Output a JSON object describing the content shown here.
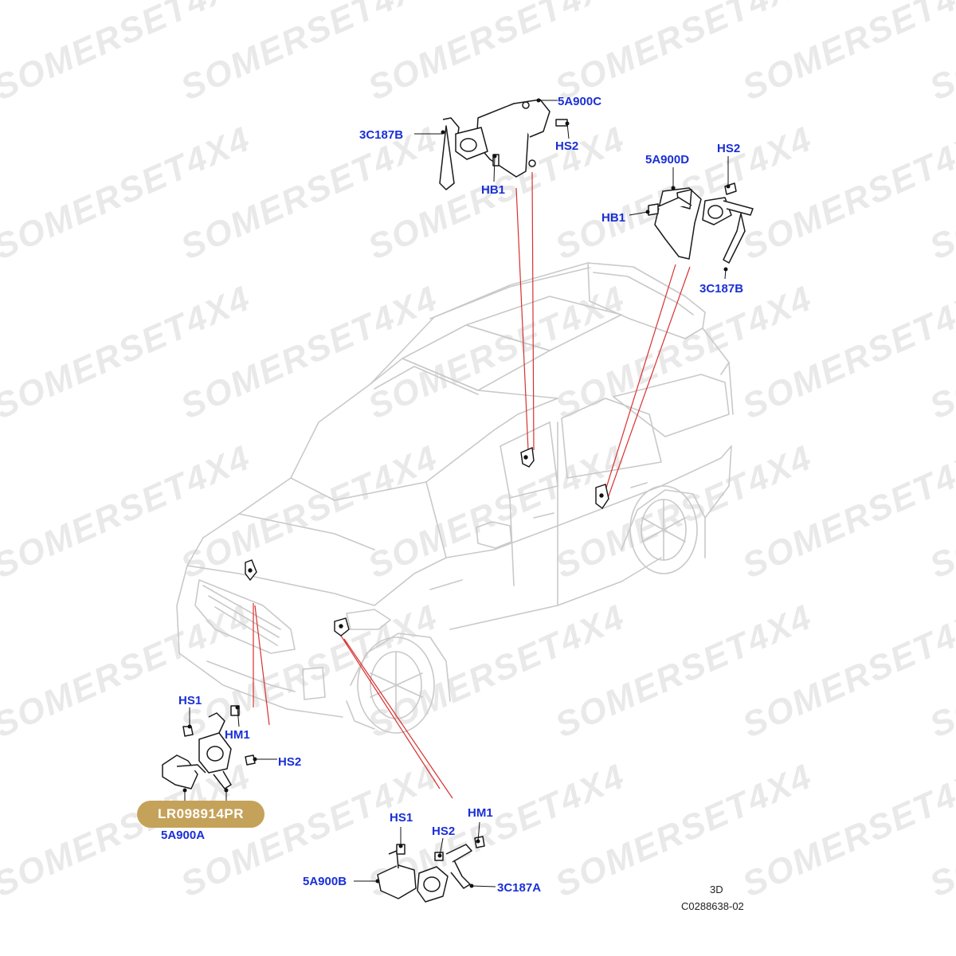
{
  "watermark": {
    "text": "SOMERSET4X4"
  },
  "part_number": "LR098914PR",
  "view_code": "3D",
  "drawing_code": "C0288638-02",
  "callouts": {
    "c1": "5A900C",
    "c2": "3C187B",
    "c3": "HS2",
    "c4": "HB1",
    "c5": "HS2",
    "c6": "5A900D",
    "c7": "HB1",
    "c8": "3C187B",
    "c9": "HS1",
    "c10": "HM1",
    "c11": "HS2",
    "c12": "5A900A",
    "c13": "HS1",
    "c14": "HM1",
    "c15": "HS2",
    "c16": "5A900B",
    "c17": "3C187A"
  },
  "colors": {
    "callout_text": "#1a2fd6",
    "leader_line": "#d93030",
    "badge_bg": "#c5a25a",
    "vehicle_outline": "#c9c9c9",
    "part_outline": "#1a1a1a"
  }
}
